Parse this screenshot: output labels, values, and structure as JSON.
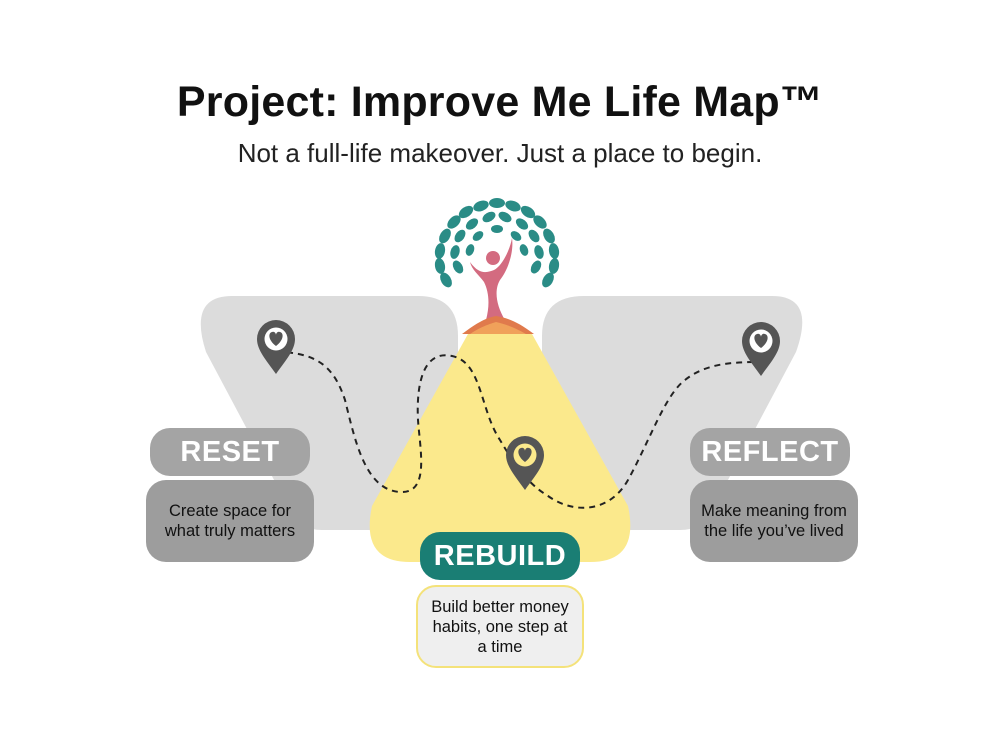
{
  "header": {
    "title": "Project: Improve Me Life Map™",
    "subtitle": "Not a full-life makeover. Just a place to begin."
  },
  "stages": {
    "reset": {
      "label": "RESET",
      "description": "Create space for what truly matters"
    },
    "rebuild": {
      "label": "REBUILD",
      "description": "Build better money habits, one step at a time"
    },
    "reflect": {
      "label": "REFLECT",
      "description": "Make meaning from the life you’ve lived"
    }
  },
  "icons": {
    "logo": "tree-person-icon",
    "pin": "heart-map-pin-icon"
  },
  "colors": {
    "side_shape": "#dcdcdc",
    "center_shape": "#fbe98c",
    "pill_grey": "#a4a4a4",
    "desc_grey": "#9d9d9d",
    "pill_teal": "#1a7e74",
    "desc_light": "#efefef",
    "desc_border": "#f4e27a",
    "leaf_teal": "#2a8c86",
    "figure_pink": "#d36b80",
    "pin_dark": "#555555"
  }
}
